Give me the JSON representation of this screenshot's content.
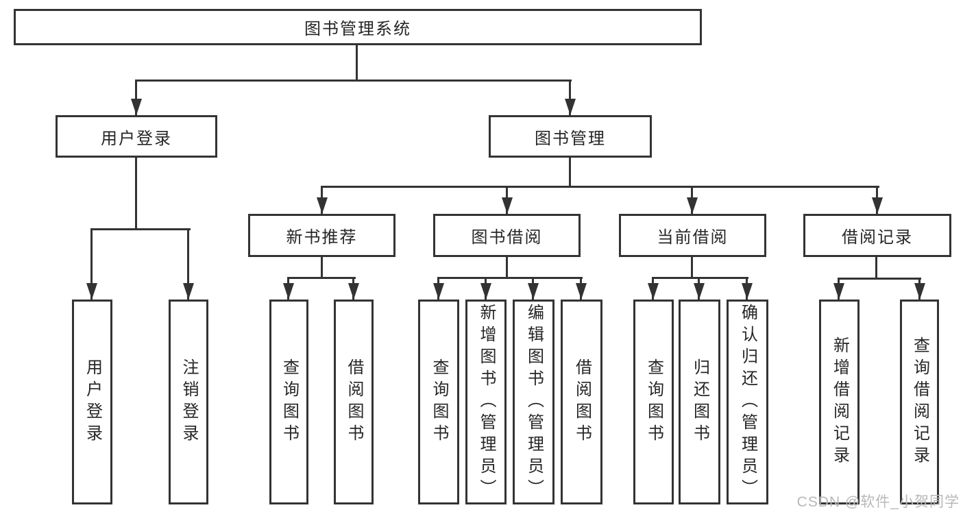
{
  "diagram": {
    "root_label": "图书管理系统",
    "level2": [
      {
        "label": "用户登录"
      },
      {
        "label": "图书管理"
      }
    ],
    "level3": [
      {
        "label": "新书推荐"
      },
      {
        "label": "图书借阅"
      },
      {
        "label": "当前借阅"
      },
      {
        "label": "借阅记录"
      }
    ],
    "leaves": {
      "user_login": [
        {
          "label": "用户登录"
        },
        {
          "label": "注销登录"
        }
      ],
      "new_book": [
        {
          "label": "查询图书"
        },
        {
          "label": "借阅图书"
        }
      ],
      "book_borrow": [
        {
          "label": "查询图书"
        },
        {
          "label": "新增图书（管理员）"
        },
        {
          "label": "编辑图书（管理员）"
        },
        {
          "label": "借阅图书"
        }
      ],
      "current_borrow": [
        {
          "label": "查询图书"
        },
        {
          "label": "归还图书"
        },
        {
          "label": "确认归还（管理员）"
        }
      ],
      "borrow_record": [
        {
          "label": "新增借阅记录"
        },
        {
          "label": "查询借阅记录"
        }
      ]
    }
  },
  "watermark": {
    "text": "CSDN @软件_小贺同学"
  },
  "colors": {
    "line": "#333333",
    "text": "#262626",
    "box_background": "#ffffff",
    "watermark": "#b8b8b8"
  }
}
